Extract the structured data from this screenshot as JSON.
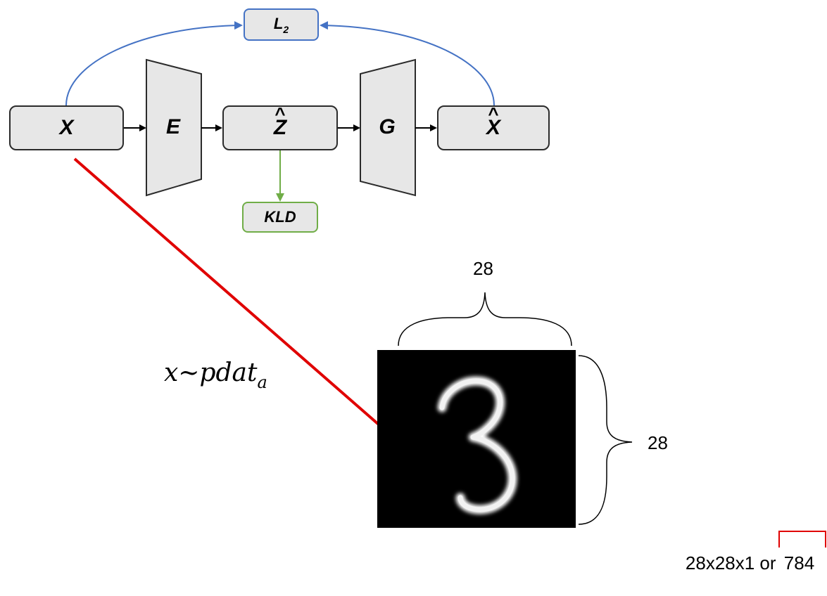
{
  "diagram": {
    "nodes": {
      "x": "X",
      "encoder": "E",
      "z_hat": "Z",
      "generator": "G",
      "x_hat": "X",
      "l2": {
        "base": "L",
        "sub": "2"
      },
      "kld": "KLD"
    },
    "image": {
      "width_label": "28",
      "height_label": "28",
      "shape_text": "28x28x1 or ",
      "flat_size": "784"
    },
    "distribution": {
      "base": "x~pdat",
      "sub": "a"
    },
    "colors": {
      "l2_edges": "#4472c4",
      "kld_edge": "#70ad47",
      "link_line": "#e00000",
      "highlight_box": "#e00000",
      "node_fill": "#e7e7e7"
    }
  }
}
